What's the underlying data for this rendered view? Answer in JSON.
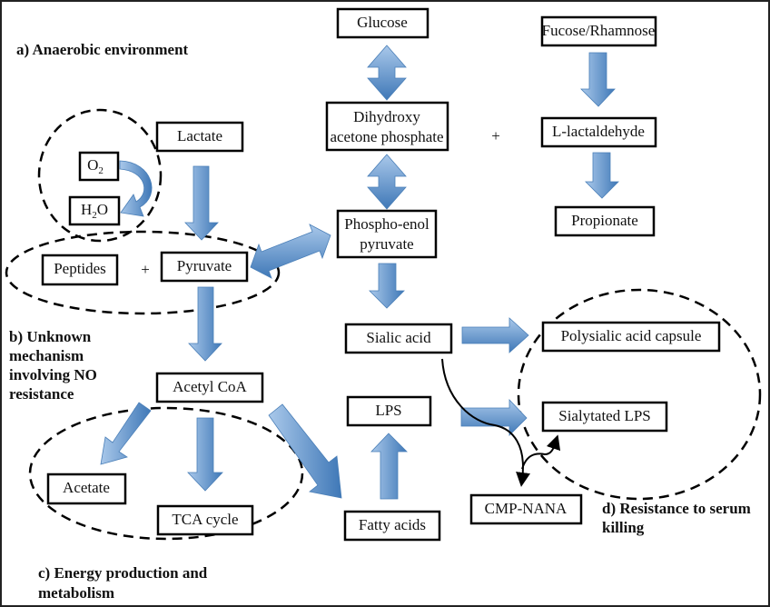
{
  "figure": {
    "colors": {
      "arrow_light": "#a9c8ea",
      "arrow_dark": "#3f78b7",
      "box_border": "#000000",
      "text": "#111111"
    },
    "nodes": {
      "glucose": "Glucose",
      "dhap_line1": "Dihydroxy",
      "dhap_line2": "acetone phosphate",
      "fucose": "Fucose/Rhamnose",
      "lactaldehyde": "L-lactaldehyde",
      "propionate": "Propionate",
      "lactate": "Lactate",
      "o2": "O",
      "o2_sub": "2",
      "h2o_h": "H",
      "h2o_sub": "2",
      "h2o_o": "O",
      "peptides": "Peptides",
      "pyruvate": "Pyruvate",
      "pep_line1": "Phospho-enol",
      "pep_line2": "pyruvate",
      "sialic_acid": "Sialic acid",
      "polysialic": "Polysialic acid capsule",
      "sialylated_lps": "Sialytated LPS",
      "acetyl_coa": "Acetyl CoA",
      "lps": "LPS",
      "acetate": "Acetate",
      "tca": "TCA cycle",
      "fatty_acids": "Fatty acids",
      "cmp_nana": "CMP-NANA"
    },
    "operators": {
      "plus_dhap": "+",
      "plus_peptides": "+"
    },
    "labels": {
      "a": "a) Anaerobic environment",
      "b_line1": "b) Unknown",
      "b_line2": "mechanism",
      "b_line3": "involving NO",
      "b_line4": "resistance",
      "c_line1": "c) Energy production and",
      "c_line2": "metabolism",
      "d_line1": "d) Resistance to serum",
      "d_line2": "killing"
    }
  }
}
